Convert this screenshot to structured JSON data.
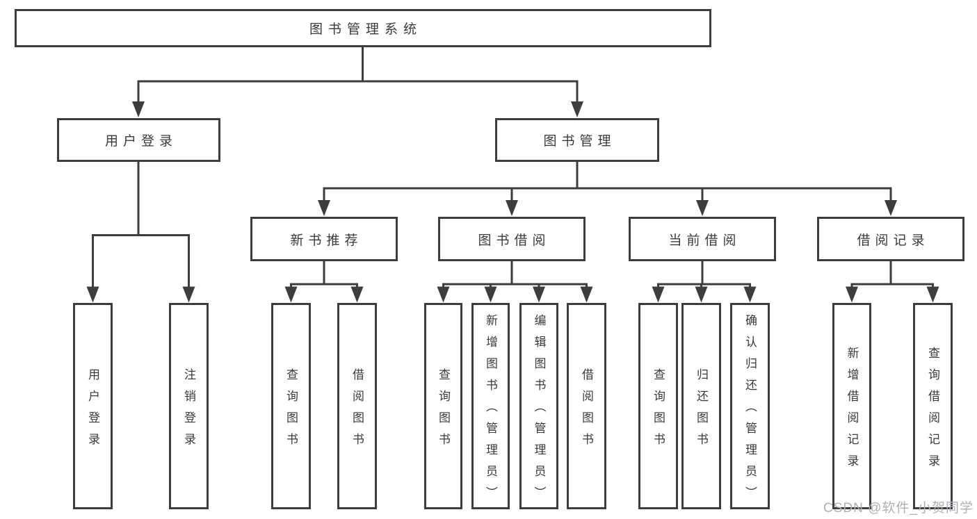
{
  "diagram": {
    "root": {
      "label": "图书管理系统"
    },
    "level1": {
      "user_login": {
        "label": "用户登录"
      },
      "book_management": {
        "label": "图书管理"
      }
    },
    "level2": {
      "new_book_recommend": {
        "label": "新书推荐"
      },
      "book_borrow": {
        "label": "图书借阅"
      },
      "current_borrow": {
        "label": "当前借阅"
      },
      "borrow_records": {
        "label": "借阅记录"
      }
    },
    "leaves": {
      "user_login": [
        "用户登录",
        "注销登录"
      ],
      "new_book_recommend": [
        "查询图书",
        "借阅图书"
      ],
      "book_borrow": [
        "查询图书",
        "新增图书（管理员）",
        "编辑图书（管理员）",
        "借阅图书"
      ],
      "current_borrow": [
        "查询图书",
        "归还图书",
        "确认归还（管理员）"
      ],
      "borrow_records": [
        "新增借阅记录",
        "查询借阅记录"
      ]
    }
  },
  "watermark": {
    "text": "CSDN @软件_小贺同学"
  },
  "colors": {
    "line": "#3d3d3d",
    "text": "#3a3a3a",
    "watermark": "#adb1b5",
    "background": "#ffffff"
  }
}
